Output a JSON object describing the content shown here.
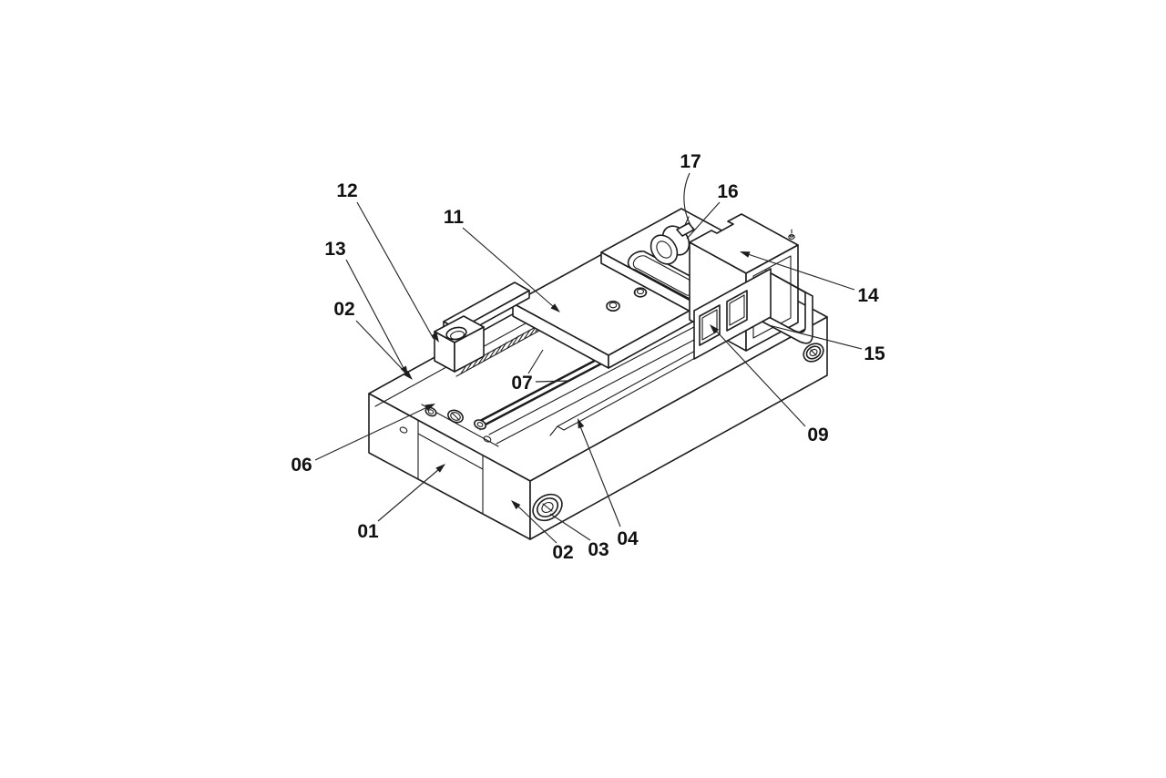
{
  "figure": {
    "background_color": "#ffffff",
    "line_color": "#1d1d1d",
    "labels": [
      {
        "ref": "12",
        "text": "12"
      },
      {
        "ref": "11",
        "text": "11"
      },
      {
        "ref": "13",
        "text": "13"
      },
      {
        "ref": "02-upper",
        "text": "02"
      },
      {
        "ref": "17",
        "text": "17"
      },
      {
        "ref": "16",
        "text": "16"
      },
      {
        "ref": "14",
        "text": "14"
      },
      {
        "ref": "15",
        "text": "15"
      },
      {
        "ref": "07",
        "text": "07"
      },
      {
        "ref": "06",
        "text": "06"
      },
      {
        "ref": "09",
        "text": "09"
      },
      {
        "ref": "01",
        "text": "01"
      },
      {
        "ref": "02-lower",
        "text": "02"
      },
      {
        "ref": "03",
        "text": "03"
      },
      {
        "ref": "04",
        "text": "04"
      }
    ]
  }
}
